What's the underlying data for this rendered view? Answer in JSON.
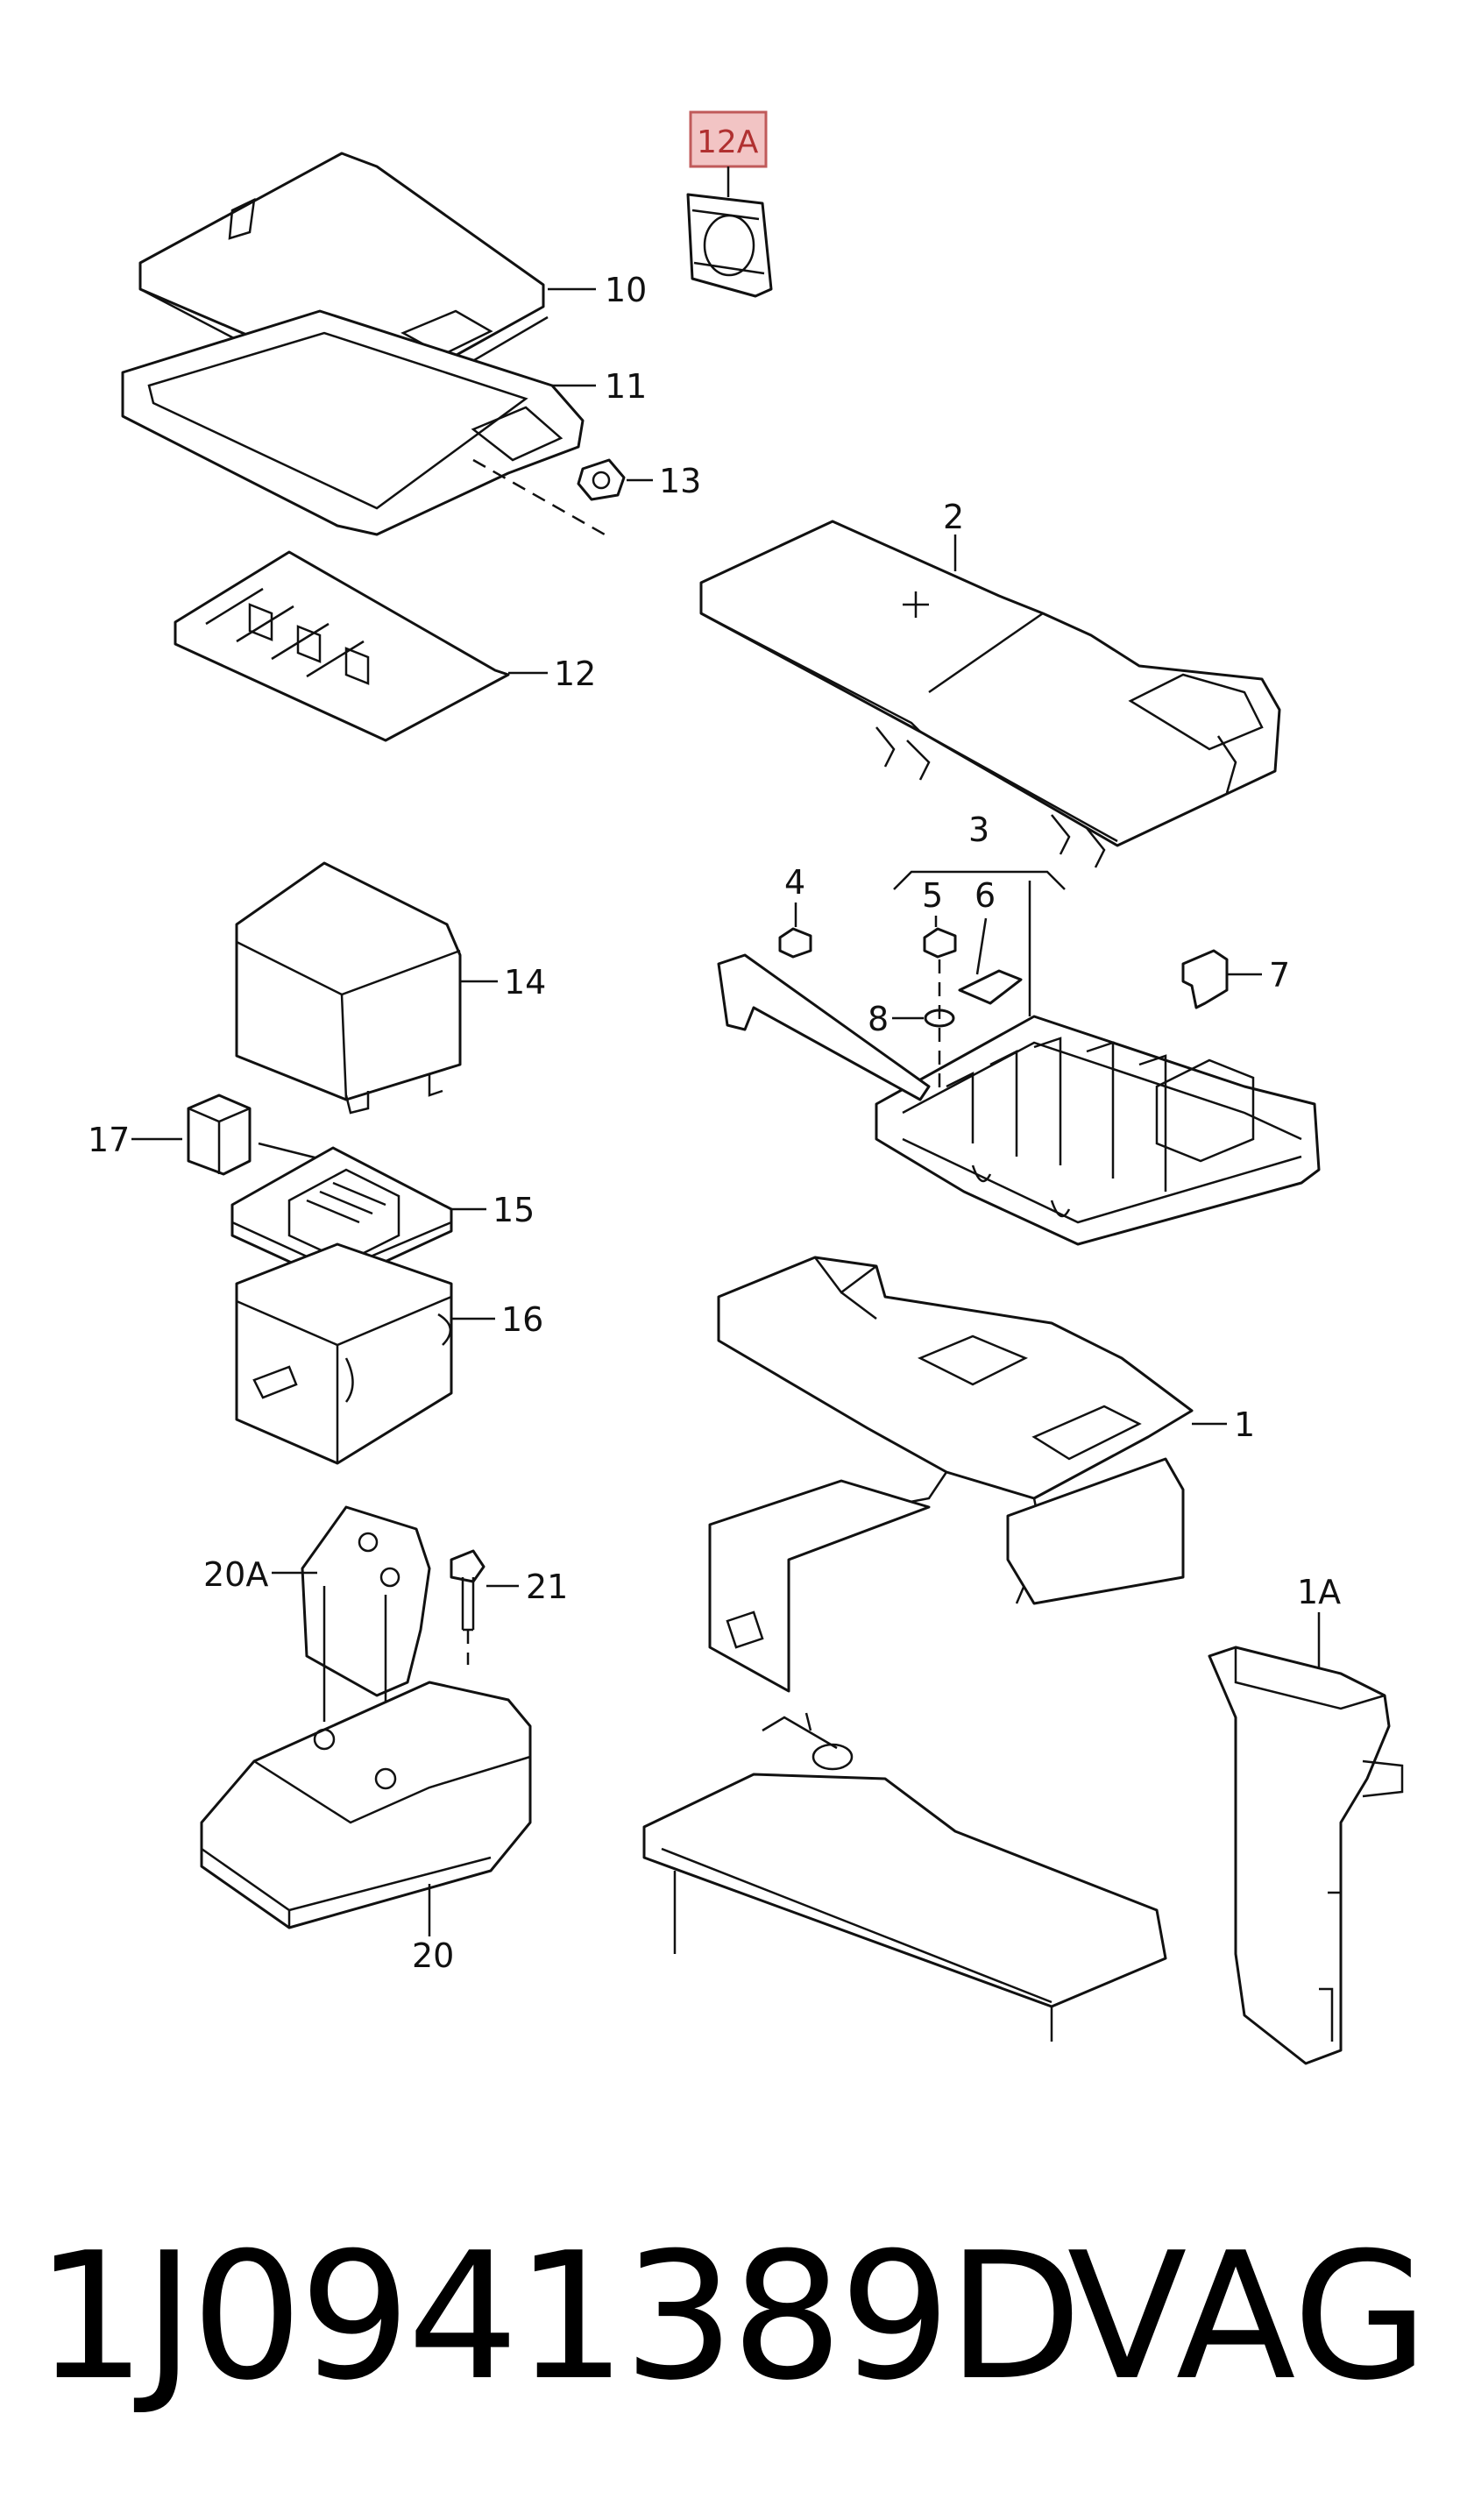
{
  "callouts": {
    "c12A": "12A",
    "c10": "10",
    "c11": "11",
    "c13": "13",
    "c2": "2",
    "c12": "12",
    "c3": "3",
    "c4": "4",
    "c5": "5",
    "c6": "6",
    "c7": "7",
    "c8": "8",
    "c14": "14",
    "c17": "17",
    "c15": "15",
    "c16": "16",
    "c1": "1",
    "c20A": "20A",
    "c21": "21",
    "c1A": "1A",
    "c20": "20"
  },
  "highlight_color": "#f2c4c4",
  "footer": {
    "part_number": "1J0941389D",
    "brand": "VAG"
  }
}
